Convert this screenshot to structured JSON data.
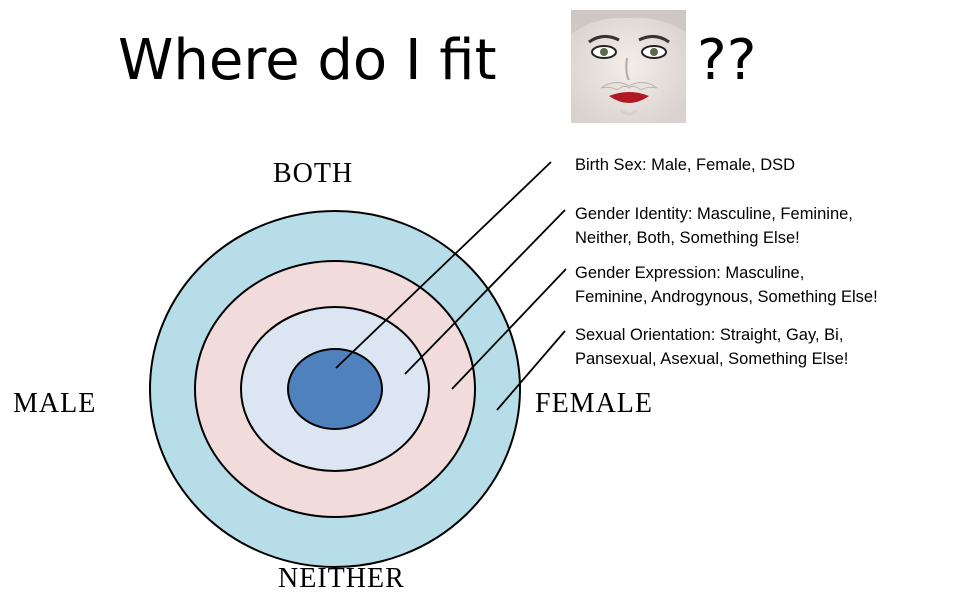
{
  "title": {
    "text": "Where do I fit",
    "marks": "??"
  },
  "image": {
    "icon": "drag-face-portrait-icon"
  },
  "diagram": {
    "labels": {
      "top": "BOTH",
      "left": "MALE",
      "right": "FEMALE",
      "bottom": "NEITHER"
    },
    "rings": [
      {
        "name": "Sexual Orientation",
        "color": "#b7dde8"
      },
      {
        "name": "Gender Expression",
        "color": "#f2dcdb"
      },
      {
        "name": "Gender Identity",
        "color": "#dce6f2"
      },
      {
        "name": "Birth Sex",
        "color": "#4f81bd"
      }
    ],
    "legend": [
      {
        "line1": "Birth Sex: Male, Female, DSD",
        "line2": ""
      },
      {
        "line1": "Gender Identity: Masculine, Feminine,",
        "line2": "Neither, Both, Something Else!"
      },
      {
        "line1": "Gender Expression: Masculine,",
        "line2": "Feminine, Androgynous, Something Else!"
      },
      {
        "line1": "Sexual Orientation: Straight, Gay, Bi,",
        "line2": "Pansexual, Asexual, Something Else!"
      }
    ]
  }
}
